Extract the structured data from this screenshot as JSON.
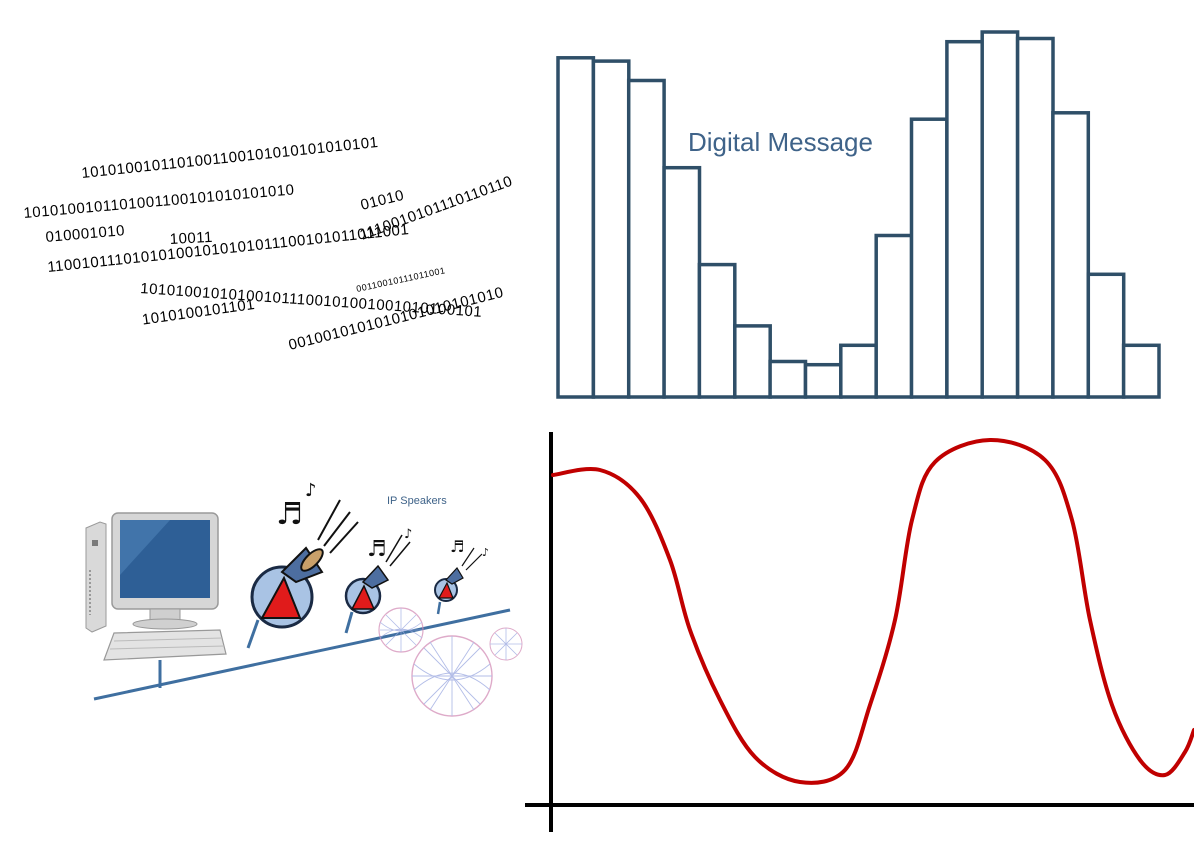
{
  "binary_lines": [
    "1010100101101001100101010101010101",
    "1010100101101001100101010101010",
    "010001010",
    "10011",
    "01010",
    "1100101010101110110",
    "1110010101110110110",
    "110010111010101001010101011100101011011001",
    "00110010111011001",
    "101010010101001011100101001001010100101",
    "1010100101101",
    "0010010101010101010101010"
  ],
  "digital_message": {
    "label": "Digital Message",
    "bar_values": [
      10.5,
      10.4,
      9.8,
      7.1,
      4.1,
      2.2,
      1.1,
      1.0,
      1.6,
      5.0,
      8.6,
      11.0,
      11.3,
      11.1,
      8.8,
      3.8,
      1.6
    ],
    "stroke_color": "#2f4f68"
  },
  "ip_speakers": {
    "label": "IP Speakers",
    "speaker_color": "#e01b1b",
    "network_color": "#3f6fa0"
  },
  "analog_wave": {
    "line_color": "#c00000",
    "samples": [
      10.5,
      10.4,
      9.8,
      7.1,
      4.1,
      2.2,
      1.1,
      1.0,
      1.6,
      5.0,
      8.6,
      11.0,
      11.3,
      11.1,
      8.8,
      3.8,
      1.6
    ]
  }
}
